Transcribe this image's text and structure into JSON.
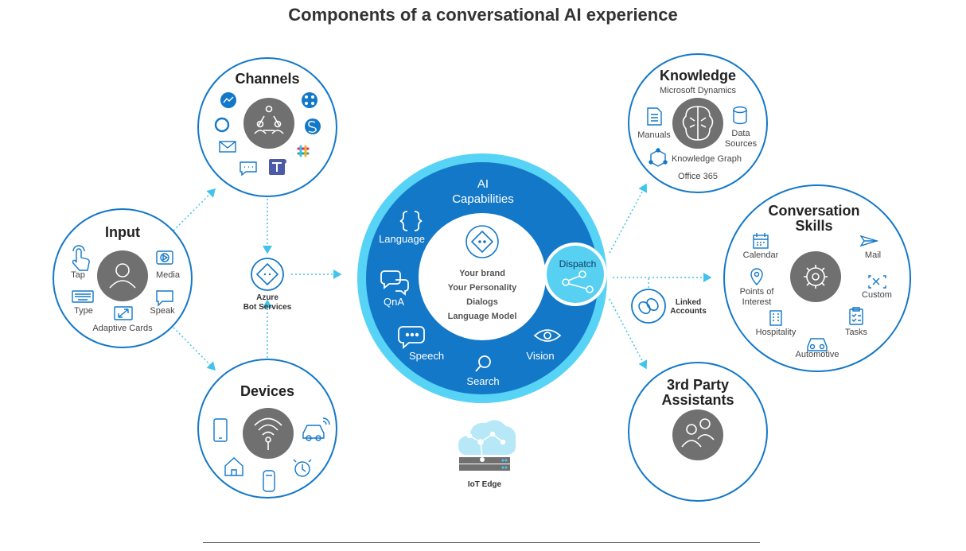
{
  "title": "Components of a conversational AI experience",
  "colors": {
    "accent": "#1478c8",
    "ring": "#57d3f5",
    "hub": "#707070",
    "dispatch": "#58d0f2"
  },
  "input": {
    "title": "Input",
    "tap": "Tap",
    "media": "Media",
    "type": "Type",
    "speak": "Speak",
    "adaptive_cards": "Adaptive Cards"
  },
  "channels": {
    "title": "Channels"
  },
  "devices": {
    "title": "Devices"
  },
  "azure": {
    "line1": "Azure",
    "line2": "Bot Services"
  },
  "ai": {
    "line1": "AI",
    "line2": "Capabilities",
    "language": "Language",
    "qna": "QnA",
    "speech": "Speech",
    "search": "Search",
    "vision": "Vision",
    "center": {
      "brand": "Your brand",
      "personality": "Your Personality",
      "dialogs": "Dialogs",
      "model": "Language Model"
    },
    "dispatch": "Dispatch"
  },
  "iot": {
    "label": "IoT Edge"
  },
  "knowledge": {
    "title": "Knowledge",
    "dynamics": "Microsoft Dynamics",
    "manuals": "Manuals",
    "data": "Data",
    "sources": "Sources",
    "graph": "Knowledge Graph",
    "office": "Office 365"
  },
  "skills": {
    "line1": "Conversation",
    "line2": "Skills",
    "calendar": "Calendar",
    "mail": "Mail",
    "points1": "Points of",
    "points2": "Interest",
    "custom": "Custom",
    "hospitality": "Hospitality",
    "tasks": "Tasks",
    "automotive": "Automotive"
  },
  "linked": {
    "line1": "Linked",
    "line2": "Accounts"
  },
  "third": {
    "line1": "3rd Party",
    "line2": "Assistants"
  }
}
